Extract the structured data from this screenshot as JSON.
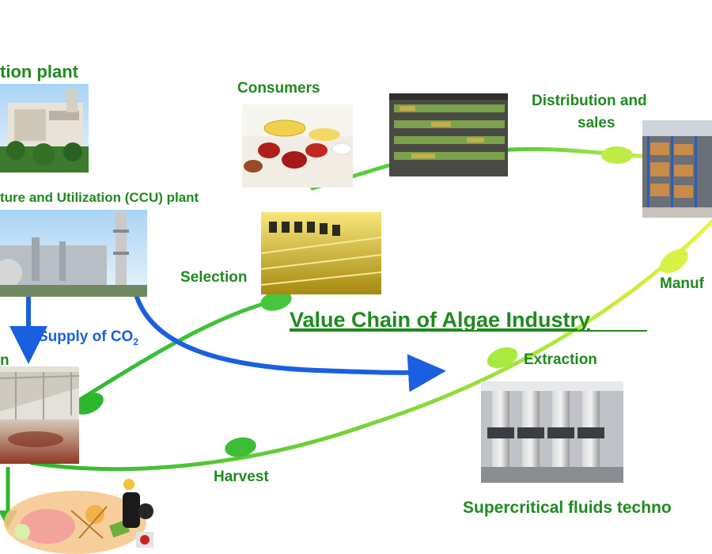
{
  "title": "Value Chain of Algae Industry",
  "labels": {
    "power_plant": "tion plant",
    "ccu_plant": "ture and Utilization (CCU) plant",
    "cultivation": "n",
    "consumers": "Consumers",
    "distribution_line1": "Distribution and",
    "distribution_line2": "sales",
    "selection": "Selection",
    "manufacturing": "Manuf",
    "extraction": "Extraction",
    "harvest": "Harvest",
    "supercritical": "Supercritical fluids techno",
    "supply_co2_prefix": "Supply of CO",
    "supply_co2_sub": "2"
  },
  "colors": {
    "label_green": "#1f8a1f",
    "arrow_blue": "#1a5fe0",
    "chain_green_dark": "#2fb62f",
    "chain_green_light": "#e6f542"
  },
  "icons": [
    "power-plant-photo",
    "ccu-plant-photo",
    "greenhouse-photo",
    "supplements-photo",
    "supermarket-photo",
    "warehouse-photo",
    "lab-bottles-photo",
    "supercritical-equipment-photo",
    "products-collage-photo"
  ]
}
